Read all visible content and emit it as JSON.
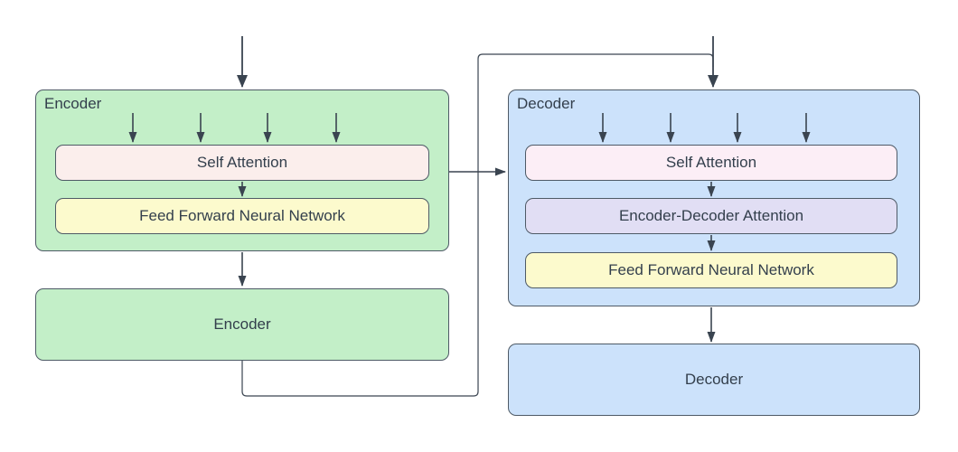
{
  "title": "Transformer encoder-decoder block diagram",
  "colors": {
    "background": "#ffffff",
    "line": "#3a4450",
    "loop_line": "#3a4450",
    "border": "#4e5a66",
    "text": "#333f4c",
    "green": "#c3efc8",
    "blue": "#cce2fb",
    "pink": "#fbeeec",
    "rose": "#fceef6",
    "yellow": "#fcfacd",
    "purple": "#e1def4"
  },
  "nodes": {
    "encoder_group": {
      "label": "Encoder",
      "fill": "#c3efc8"
    },
    "encoder_self_attention": {
      "label": "Self Attention",
      "fill": "#fbeeec"
    },
    "encoder_ffn": {
      "label": "Feed Forward Neural Network",
      "fill": "#fcfacd"
    },
    "encoder_stack": {
      "label": "Encoder",
      "fill": "#c3efc8"
    },
    "decoder_group": {
      "label": "Decoder",
      "fill": "#cce2fb"
    },
    "decoder_self_attention": {
      "label": "Self Attention",
      "fill": "#fceef6"
    },
    "decoder_enc_dec_attention": {
      "label": "Encoder-Decoder Attention",
      "fill": "#e1def4"
    },
    "decoder_ffn": {
      "label": "Feed Forward Neural Network",
      "fill": "#fcfacd"
    },
    "decoder_stack": {
      "label": "Decoder",
      "fill": "#cce2fb"
    }
  },
  "edges": [
    {
      "from": "input",
      "to": "encoder_group"
    },
    {
      "from": "tokens-x4",
      "to": "encoder_self_attention"
    },
    {
      "from": "encoder_self_attention",
      "to": "encoder_ffn"
    },
    {
      "from": "encoder_group",
      "to": "encoder_stack"
    },
    {
      "from": "encoder_group",
      "to": "decoder_group"
    },
    {
      "from": "encoder_stack",
      "to": "decoder_group",
      "style": "routed-loop"
    },
    {
      "from": "input",
      "to": "decoder_group"
    },
    {
      "from": "tokens-x4",
      "to": "decoder_self_attention"
    },
    {
      "from": "decoder_self_attention",
      "to": "decoder_enc_dec_attention"
    },
    {
      "from": "decoder_enc_dec_attention",
      "to": "decoder_ffn"
    },
    {
      "from": "decoder_group",
      "to": "decoder_stack"
    }
  ]
}
